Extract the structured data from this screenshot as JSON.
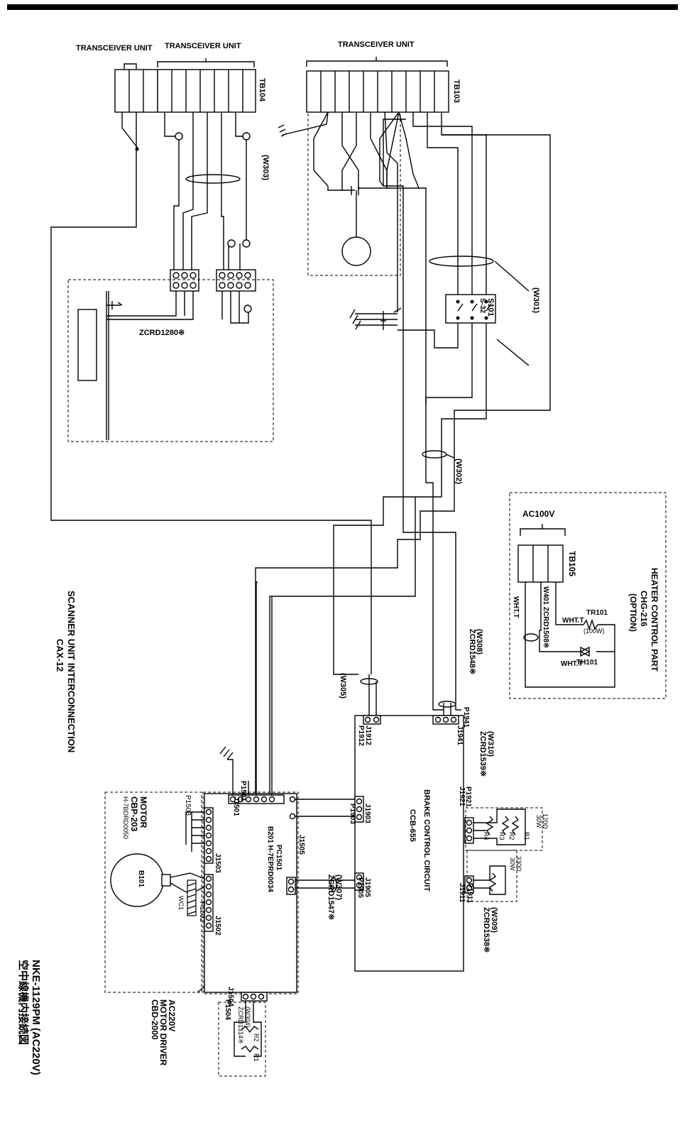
{
  "labels": {
    "transceiver_left_1": "TRANSCEIVER UNIT",
    "transceiver_left_2": "TRANSCEIVER UNIT",
    "transceiver_right": "TRANSCEIVER UNIT",
    "tb104": "TB104",
    "tb103": "TB103",
    "w303": "(W303)",
    "w301": "(W301)",
    "w302": "(W302)",
    "s101": "S101",
    "s32": "S-32",
    "zcrd1280": "ZCRD1280※",
    "ac100v": "AC100V",
    "tb105": "TB105",
    "heater_title_1": "HEATER CONTROL PART",
    "heater_title_2": "CHG-216",
    "heater_title_3": "(OPTION)",
    "w401": "W401 ZCRD1508※",
    "wht_t_1": "WHT.T",
    "wht_t_2": "WHT.T",
    "wht_t_3": "WHT.T",
    "tr101": "TR101",
    "tr101_power": "(100W)",
    "th101": "TH101",
    "scanner_title_1": "SCANNER UNIT INTERCONNECTION",
    "scanner_title_2": "CAX-12",
    "w308": "(W308)",
    "zcrd1548": "ZCRD1548※",
    "w305": "(W305)",
    "p1941": "P1941",
    "j1941": "J1941",
    "j1912": "J1912",
    "p1912": "P1912",
    "brake_1": "BRAKE CONTROL CIRCUIT",
    "brake_2": "CCB-655",
    "w310": "(W310)",
    "zcrd1539": "ZCRD1539※",
    "p1921": "P1921",
    "j1921": "J1921",
    "r120": "120Ω",
    "w30_1": "30W",
    "r330": "330Ω",
    "w30_2": "30W",
    "j1911": "J1911",
    "p1911": "P1911",
    "w309": "(W309)",
    "zcrd1538": "ZCRD1538※",
    "j1905": "J1905",
    "p1905": "P1905",
    "w307": "(W307)",
    "zcrd1547": "ZCRD1547※",
    "j1903": "J1903",
    "p1903": "P1903",
    "j1505": "J1505",
    "p1501": "P1501",
    "j1501": "J1501",
    "pc1501_1": "PC1501",
    "pc1501_2": "B201 H-7EPRD0034",
    "j1503": "J1503",
    "p1503": "P1503",
    "motor_1": "MOTOR",
    "motor_2": "CBP-203",
    "motor_3": "H-7BDRD0050",
    "b101": "B101",
    "wc1": "WC1",
    "p1502": "P1502",
    "j1502": "J1502",
    "j1504": "J1504",
    "p1504": "P1504",
    "w304": "(W304)",
    "zcrd1314": "ZCRD1314※",
    "driver_1": "AC220V",
    "driver_2": "MOTOR DRIVER",
    "driver_3": "CBD-2000",
    "title_en": "NKE-1129PM (AC220V)",
    "title_jp": "空中線機内接続図",
    "r1": "R1",
    "r2": "R2",
    "r3": "R3",
    "r4": "R4"
  }
}
